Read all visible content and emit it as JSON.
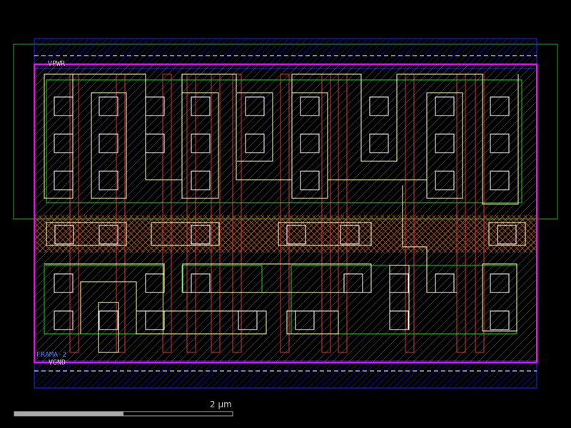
{
  "labels": {
    "vpwr": "VPWR",
    "cell_name": "FRAMA-2",
    "vgnd": "VGND",
    "scale": "2 µm"
  },
  "scale_bar": {
    "fraction_filled": 0.5
  },
  "colors": {
    "background": "#000000",
    "metal1": "#ff00ff",
    "metal2": "#2222ff",
    "nwell": "#22aa22",
    "diffusion": "#22cc22",
    "poly": "#dd3333",
    "licon": "#ffffff",
    "local_interconnect": "#ffffaa",
    "npc": "#ff8844",
    "text": "#cccccc",
    "label_blue": "#5577ff"
  }
}
